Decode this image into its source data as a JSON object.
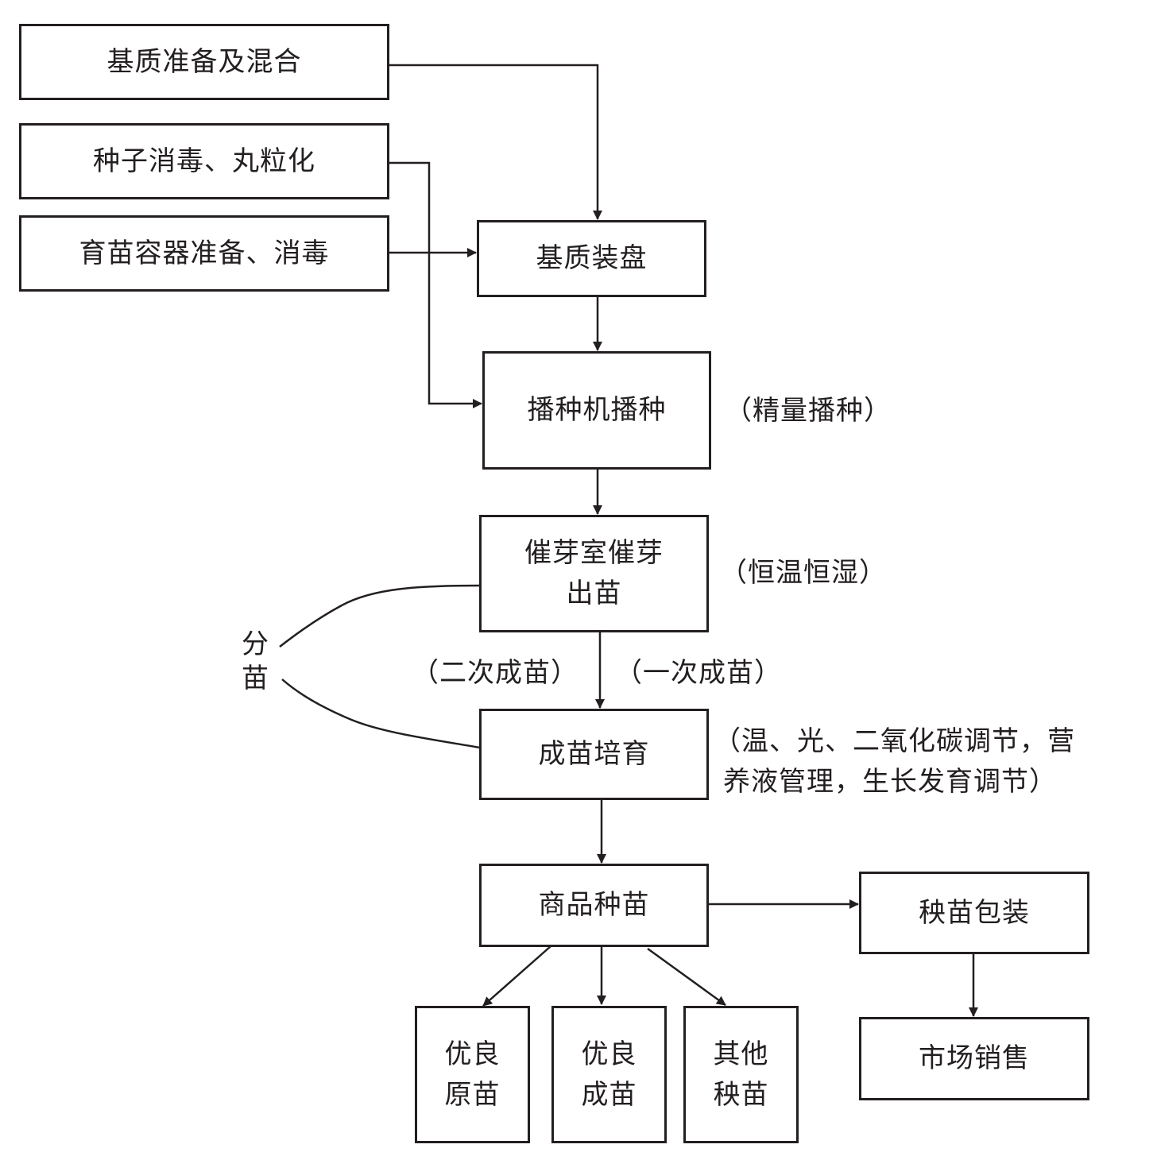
{
  "boxes": {
    "substrate_prep": "基质准备及混合",
    "seed_disinfect": "种子消毒、丸粒化",
    "container_prep": "育苗容器准备、消毒",
    "tray_fill": "基质装盘",
    "machine_sow": "播种机播种",
    "germination_line1": "催芽室催芽",
    "germination_line2": "出苗",
    "seedling_culture": "成苗培育",
    "commercial_seedling": "商品种苗",
    "packaging": "秧苗包装",
    "market_sales": "市场销售",
    "grade1_line1": "优良",
    "grade1_line2": "原苗",
    "grade2_line1": "优良",
    "grade2_line2": "成苗",
    "grade3_line1": "其他",
    "grade3_line2": "秧苗"
  },
  "notes": {
    "precision_sowing": "（精量播种）",
    "constant_temp": "（恒温恒湿）",
    "secondary": "（二次成苗）",
    "primary": "（一次成苗）",
    "culture_line1": "（温、光、二氧化碳调节，营",
    "culture_line2": "养液管理，生长发育调节）"
  },
  "transplant_label": {
    "char1": "分",
    "char2": "苗"
  },
  "colors": {
    "stroke": "#231f20",
    "background": "#ffffff"
  }
}
